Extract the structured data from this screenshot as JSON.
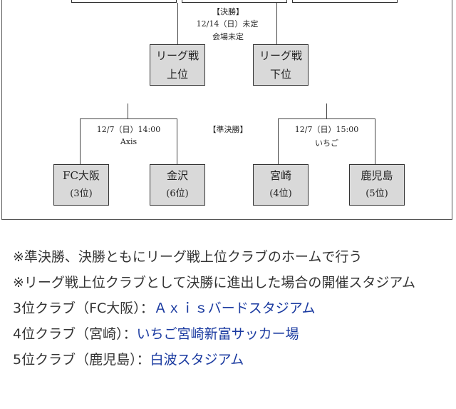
{
  "final": {
    "title": "【決勝】",
    "date": "12/14（日）未定",
    "venue": "会場未定",
    "left_team": {
      "line1": "リーグ戦",
      "line2": "上位"
    },
    "right_team": {
      "line1": "リーグ戦",
      "line2": "下位"
    }
  },
  "semifinal": {
    "title": "【準決勝】",
    "left_match": {
      "date": "12/7（日）14:00",
      "venue": "Axis"
    },
    "right_match": {
      "date": "12/7（日）15:00",
      "venue": "いちご"
    }
  },
  "teams": [
    {
      "name": "FC大阪",
      "rank": "(3位)"
    },
    {
      "name": "金沢",
      "rank": "(6位)"
    },
    {
      "name": "宮崎",
      "rank": "(4位)"
    },
    {
      "name": "鹿児島",
      "rank": "(5位)"
    }
  ],
  "notes": {
    "line1": "※準決勝、決勝ともにリーグ戦上位クラブのホームで行う",
    "line2": "※リーグ戦上位クラブとして決勝に進出した場合の開催スタジアム",
    "venue1_label": "3位クラブ（FC大阪）：",
    "venue1_link": "Ａｘｉｓバードスタジアム",
    "venue2_label": "4位クラブ（宮崎）：",
    "venue2_link": "いちご宮崎新富サッカー場",
    "venue3_label": "5位クラブ（鹿児島）：",
    "venue3_link": "白波スタジアム"
  }
}
